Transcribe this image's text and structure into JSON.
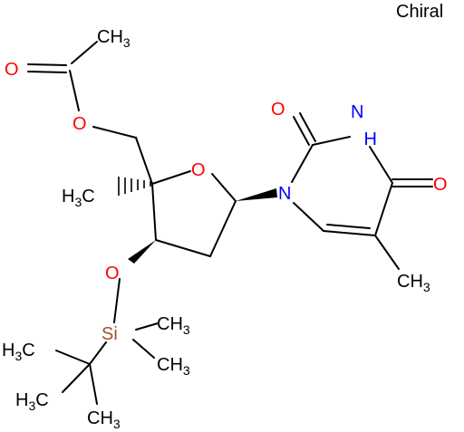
{
  "chiral_label": "Chiral",
  "colors": {
    "bond": "#000000",
    "oxygen": "#ff0000",
    "nitrogen": "#0000ff",
    "silicon": "#a0522d",
    "carbon": "#000000"
  },
  "atoms": {
    "ch3_acetyl": {
      "main": "CH",
      "sub": "3"
    },
    "o_carbonyl_acetyl": {
      "main": "O"
    },
    "o_ester": {
      "main": "O"
    },
    "o_ring": {
      "main": "O"
    },
    "ch3_c4": {
      "main": "H",
      "sub": "3",
      "tail": "C"
    },
    "o_silyl": {
      "main": "O"
    },
    "si": {
      "main": "Si"
    },
    "ch3_si_a": {
      "main": "CH",
      "sub": "3"
    },
    "ch3_si_b": {
      "main": "CH",
      "sub": "3"
    },
    "ch3_tbu_a": {
      "main": "H",
      "sub": "3",
      "tail": "C"
    },
    "ch3_tbu_b": {
      "main": "H",
      "sub": "3",
      "tail": "C"
    },
    "ch3_tbu_c": {
      "main": "CH",
      "sub": "3"
    },
    "n1": {
      "main": "N"
    },
    "o_c2": {
      "main": "O"
    },
    "n3h": {
      "main": "H",
      "tail": "N"
    },
    "o_c4": {
      "main": "O"
    },
    "ch3_c5": {
      "main": "CH",
      "sub": "3"
    }
  }
}
